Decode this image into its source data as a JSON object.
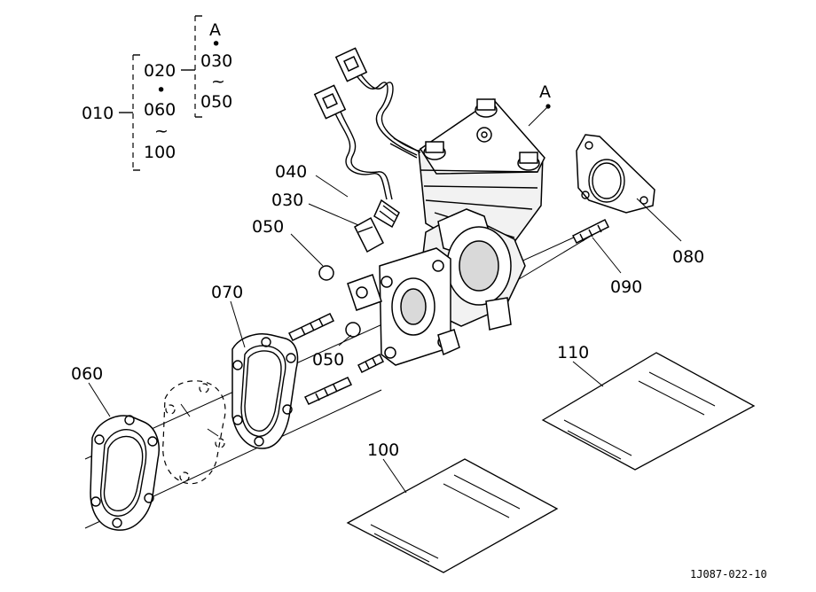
{
  "diagram": {
    "tree": {
      "root": "010",
      "tilde": "~",
      "dot": "•",
      "group1": [
        "020",
        "060",
        "100"
      ],
      "group2_ref": "A",
      "group2": [
        "030",
        "050"
      ]
    },
    "callouts": {
      "a_label": "A",
      "c040": "040",
      "c030": "030",
      "c050_upper": "050",
      "c050_lower": "050",
      "c070": "070",
      "c060": "060",
      "c080": "080",
      "c090": "090",
      "c100": "100",
      "c110": "110"
    },
    "figure_code": "1J087-022-10"
  }
}
